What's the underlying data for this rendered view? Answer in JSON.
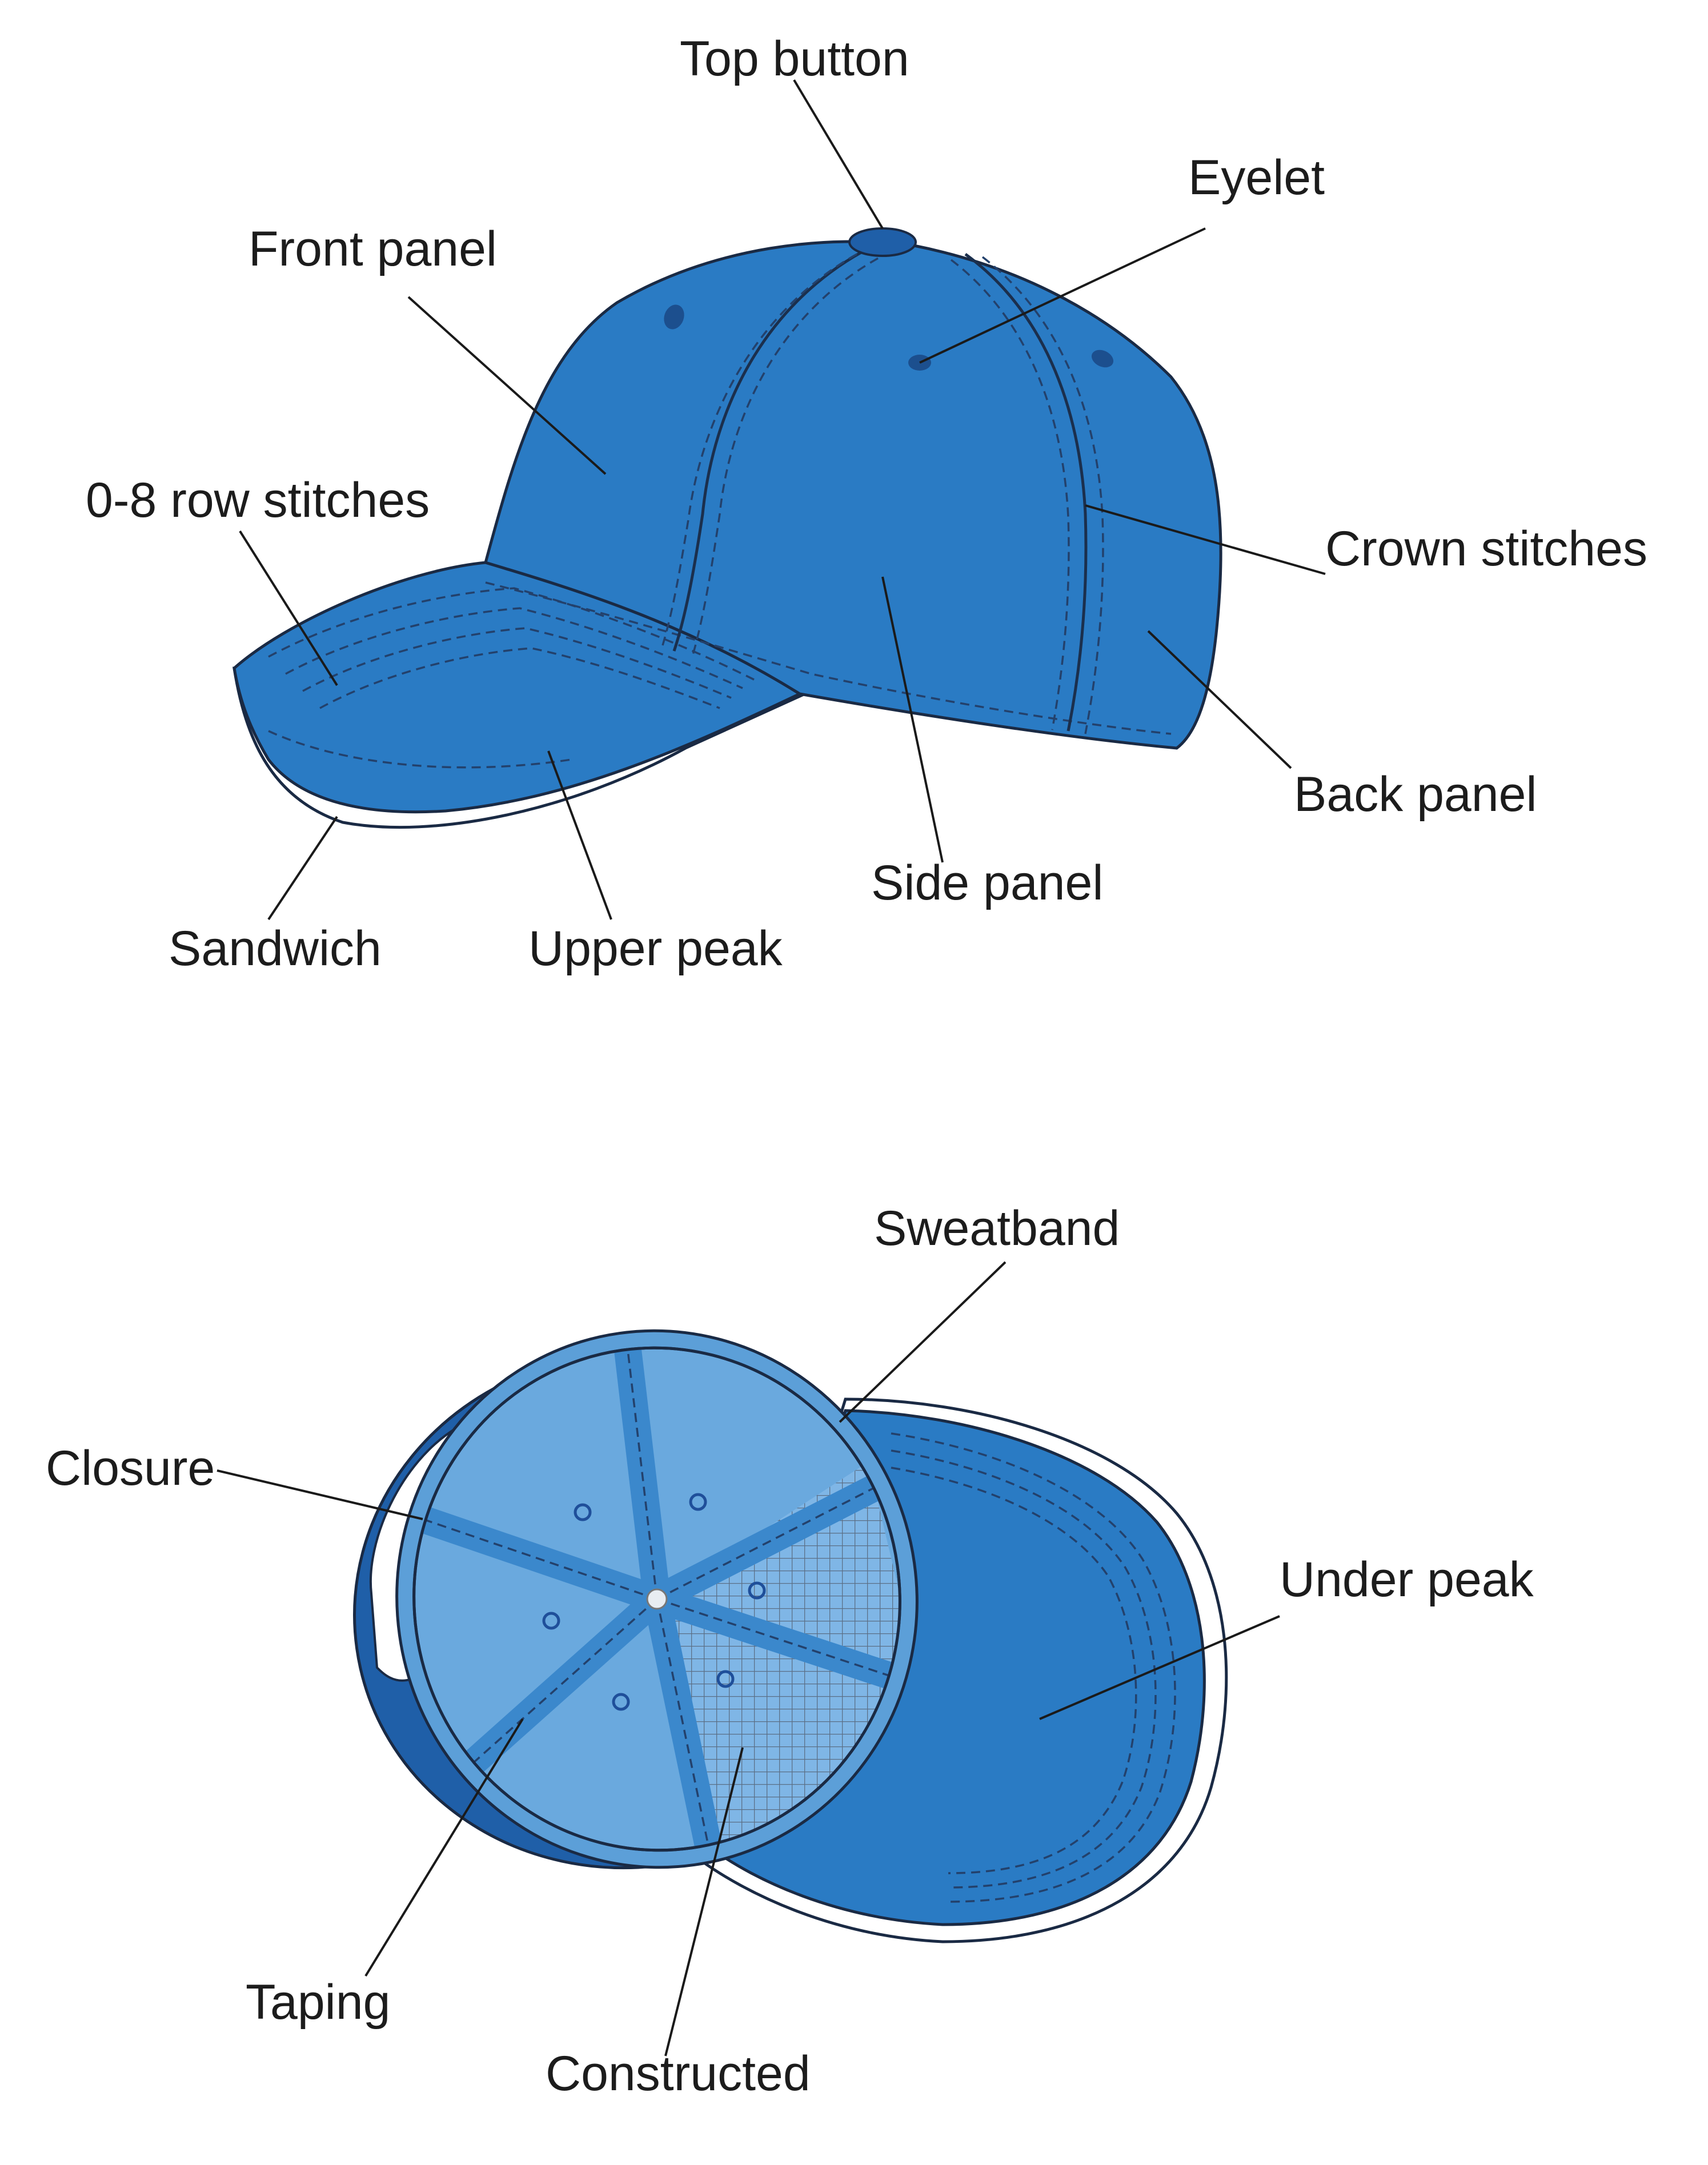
{
  "colors": {
    "cap_blue": "#2a7bc4",
    "cap_dark": "#1f5fa8",
    "interior_light": "#6aa9de",
    "taping": "#3b88cc",
    "sweatband": "#5c9fd8",
    "background": "#ffffff"
  },
  "labels": {
    "top_button": "Top button",
    "eyelet": "Eyelet",
    "front_panel": "Front panel",
    "row_stitches": "0-8 row stitches",
    "crown_stitches": "Crown stitches",
    "back_panel": "Back panel",
    "side_panel": "Side panel",
    "upper_peak": "Upper peak",
    "sandwich": "Sandwich",
    "sweatband": "Sweatband",
    "closure": "Closure",
    "under_peak": "Under peak",
    "taping": "Taping",
    "constructed": "Constructed"
  }
}
